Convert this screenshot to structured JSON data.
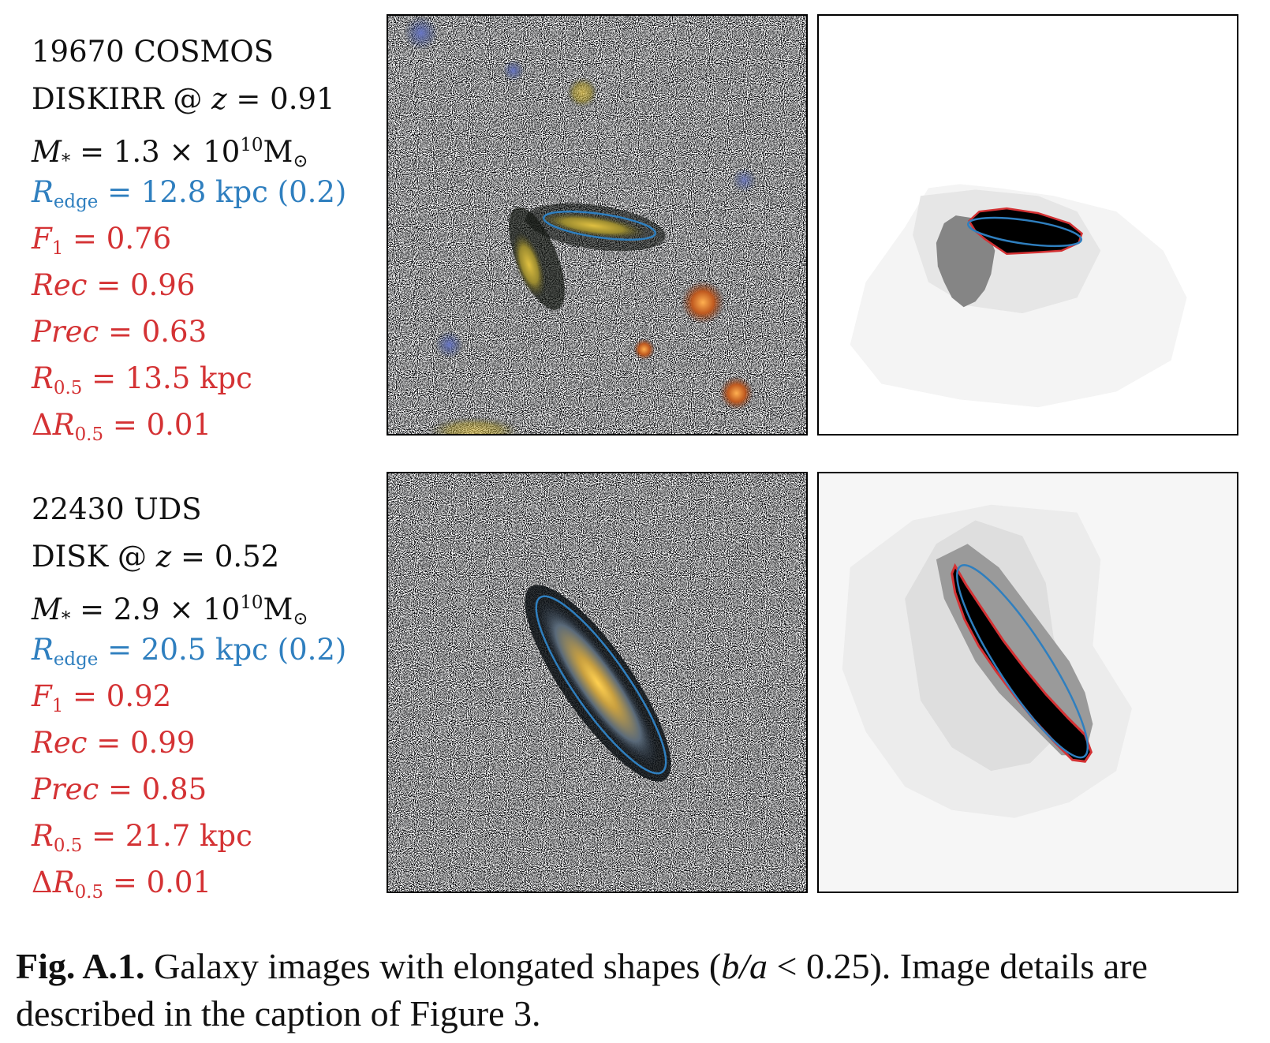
{
  "panels": [
    {
      "id": "19670 COSMOS",
      "type_label": "DISKIRR @ ",
      "z_sym": "z",
      "z_val": " = 0.91",
      "mass_sym": "M",
      "mass_sub": "*",
      "mass_text": " = 1.3 × 10",
      "mass_exp": "10",
      "mass_unit": "M",
      "mass_unit_sub": "⊙",
      "redge_sym": "R",
      "redge_sub": "edge",
      "redge_val": " = 12.8 kpc (0.2)",
      "f1_sym": "F",
      "f1_sub": "1",
      "f1_val": " = 0.76",
      "rec_sym": "Rec",
      "rec_val": " = 0.96",
      "prec_sym": "Prec",
      "prec_val": " = 0.63",
      "r05_sym": "R",
      "r05_sub": "0.5",
      "r05_val": " = 13.5 kpc",
      "dr05_delta": "Δ",
      "dr05_sym": "R",
      "dr05_sub": "0.5",
      "dr05_val": " = 0.01"
    },
    {
      "id": "22430 UDS",
      "type_label": "DISK @ ",
      "z_sym": "z",
      "z_val": " = 0.52",
      "mass_sym": "M",
      "mass_sub": "*",
      "mass_text": " = 2.9 × 10",
      "mass_exp": "10",
      "mass_unit": "M",
      "mass_unit_sub": "⊙",
      "redge_sym": "R",
      "redge_sub": "edge",
      "redge_val": " = 20.5 kpc (0.2)",
      "f1_sym": "F",
      "f1_sub": "1",
      "f1_val": " = 0.92",
      "rec_sym": "Rec",
      "rec_val": " = 0.99",
      "prec_sym": "Prec",
      "prec_val": " = 0.85",
      "r05_sym": "R",
      "r05_sub": "0.5",
      "r05_val": " = 21.7 kpc",
      "dr05_delta": "Δ",
      "dr05_sym": "R",
      "dr05_sub": "0.5",
      "dr05_val": " = 0.01"
    }
  ],
  "colors": {
    "edge_ellipse": "#2f7fbf",
    "contour": "#d43234",
    "metrics_text": "#d43234",
    "redge_text": "#2f7fbf"
  },
  "caption": {
    "label": "Fig. A.1.",
    "text_a": " Galaxy images with elongated shapes (",
    "ratio": "b/a",
    "text_b": " < 0.25). Image details are described in the caption of Figure 3."
  }
}
